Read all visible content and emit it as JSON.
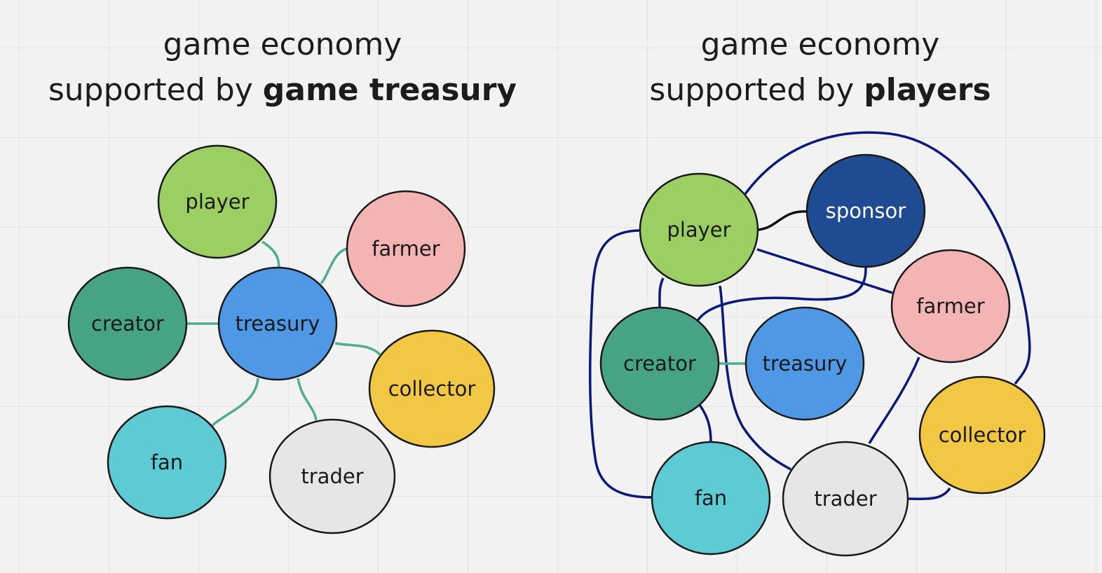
{
  "left": {
    "title_line1": "game economy",
    "title_prefix": "supported by ",
    "title_bold": "game treasury",
    "nodes": [
      {
        "label": "player",
        "color": "#9ccf63"
      },
      {
        "label": "farmer",
        "color": "#f4b4b4"
      },
      {
        "label": "creator",
        "color": "#47a386"
      },
      {
        "label": "treasury",
        "color": "#4f98e6"
      },
      {
        "label": "collector",
        "color": "#f2c744"
      },
      {
        "label": "fan",
        "color": "#5ecbd4"
      },
      {
        "label": "trader",
        "color": "#e6e6e6"
      }
    ]
  },
  "right": {
    "title_line1": "game economy",
    "title_prefix": "supported by ",
    "title_bold": "players",
    "nodes": [
      {
        "label": "player",
        "color": "#9ccf63"
      },
      {
        "label": "sponsor",
        "color": "#1f4b92"
      },
      {
        "label": "farmer",
        "color": "#f4b4b4"
      },
      {
        "label": "creator",
        "color": "#47a386"
      },
      {
        "label": "treasury",
        "color": "#4f98e6"
      },
      {
        "label": "collector",
        "color": "#f2c744"
      },
      {
        "label": "fan",
        "color": "#5ecbd4"
      },
      {
        "label": "trader",
        "color": "#e6e6e6"
      }
    ]
  }
}
